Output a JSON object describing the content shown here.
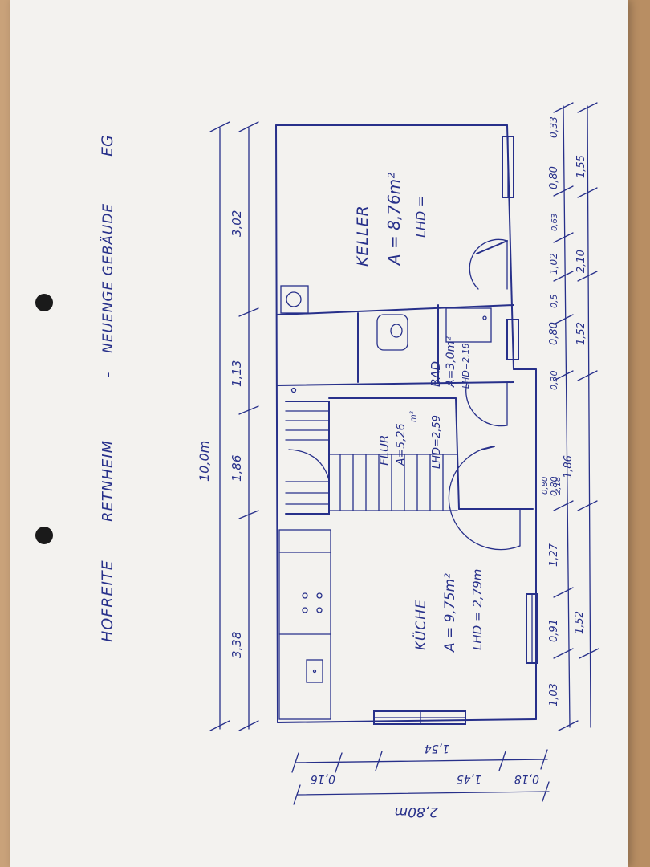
{
  "header": {
    "title_left": "HOFREITE",
    "title_mid": "RETNHEIM",
    "title_right": "NEUENGE GEBÄUDE",
    "floor": "EG",
    "separator": "-"
  },
  "rooms": {
    "kueche": {
      "name": "KÜCHE",
      "area": "A = 9,75m²",
      "lhd": "LHD = 2,79m"
    },
    "flur": {
      "name": "FLUR",
      "area": "A=5,26",
      "area_unit": "m²",
      "lhd": "LHD=2,59"
    },
    "bad": {
      "name": "BAD",
      "area": "A=3,0m²",
      "lhd": "LHD=2,18"
    },
    "keller": {
      "name": "KELLER",
      "area": "A = 8,76m²",
      "lhd": "LHD ="
    }
  },
  "dimensions": {
    "total_length": "10,0m",
    "top_segments": [
      "3,38",
      "1,86",
      "1,13",
      "3,02"
    ],
    "bottom_row1": [
      "1,03",
      "0,91",
      "1,27",
      "0,80",
      "0,30",
      "0,80",
      "0,5",
      "1,02",
      "0,63",
      "0,80",
      "0,33"
    ],
    "bottom_row2": [
      "1,52",
      "2,18",
      "1,86",
      "1,52",
      "2,10",
      "1,55"
    ],
    "bottom_small": "0,80",
    "width_total": "2,80m",
    "width_segments": [
      "0,18",
      "1,45",
      "0,16"
    ],
    "width_sub": "1,54"
  },
  "colors": {
    "ink": "#27308a",
    "paper": "#f3f2ef",
    "table": "#c9a27a"
  }
}
